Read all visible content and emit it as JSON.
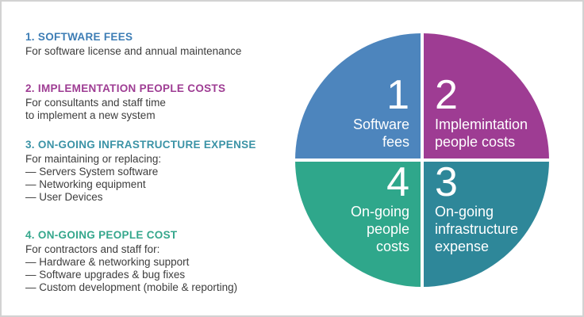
{
  "page": {
    "background": "#ffffff",
    "border_color": "#d2d2d2",
    "text_color": "#3d3d3d"
  },
  "legend": {
    "sections": [
      {
        "title": "1. SOFTWARE FEES",
        "color": "#3d7db5",
        "lines": [
          "For software license and annual maintenance"
        ]
      },
      {
        "title": "2. IMPLEMENTATION PEOPLE COSTS",
        "color": "#9e3c93",
        "lines": [
          "For consultants and staff time",
          "to implement a new system"
        ]
      },
      {
        "title": "3. ON-GOING INFRASTRUCTURE EXPENSE",
        "color": "#3b93a6",
        "lines": [
          "For maintaining or replacing:",
          "— Servers System software",
          "— Networking equipment",
          "— User Devices"
        ]
      },
      {
        "title": "4. ON-GOING PEOPLE COST",
        "color": "#35a78c",
        "lines": [
          "For contractors and staff for:",
          "— Hardware & networking support",
          "— Software upgrades & bug fixes",
          "— Custom development (mobile & reporting)"
        ]
      }
    ]
  },
  "chart_data": {
    "type": "pie",
    "title": "",
    "legend_position": "left",
    "slices": [
      {
        "number": "1",
        "label": "Software fees",
        "label_lines": [
          "Software",
          "fees"
        ],
        "value": 25,
        "color": "#4d85bd",
        "position": "top-left"
      },
      {
        "number": "2",
        "label": "Implemintation people costs",
        "label_lines": [
          "Implemintation",
          "people costs"
        ],
        "value": 25,
        "color": "#9e3c93",
        "position": "top-right"
      },
      {
        "number": "3",
        "label": "On-going infrastructure expense",
        "label_lines": [
          "On-going",
          "infrastructure",
          "expense"
        ],
        "value": 25,
        "color": "#2e8799",
        "position": "bottom-right"
      },
      {
        "number": "4",
        "label": "On-going people costs",
        "label_lines": [
          "On-going",
          "people",
          "costs"
        ],
        "value": 25,
        "color": "#2fa78b",
        "position": "bottom-left"
      }
    ]
  }
}
